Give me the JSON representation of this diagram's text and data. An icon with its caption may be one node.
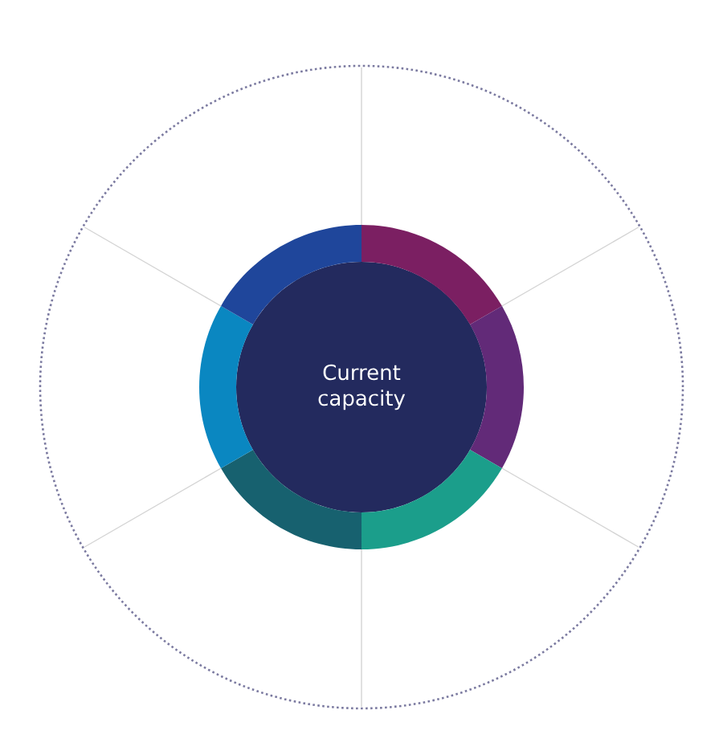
{
  "diagram": {
    "nodes": [
      {
        "text": [
          "Current capacity"
        ]
      },
      {
        "text": [],
        "shape": "arc"
      },
      {
        "text": [],
        "shape": "arc"
      },
      {
        "text": [],
        "shape": "arc"
      },
      {
        "text": [],
        "shape": "arc"
      },
      {
        "text": [],
        "shape": "arc"
      },
      {
        "text": [],
        "shape": "arc"
      }
    ]
  }
}
